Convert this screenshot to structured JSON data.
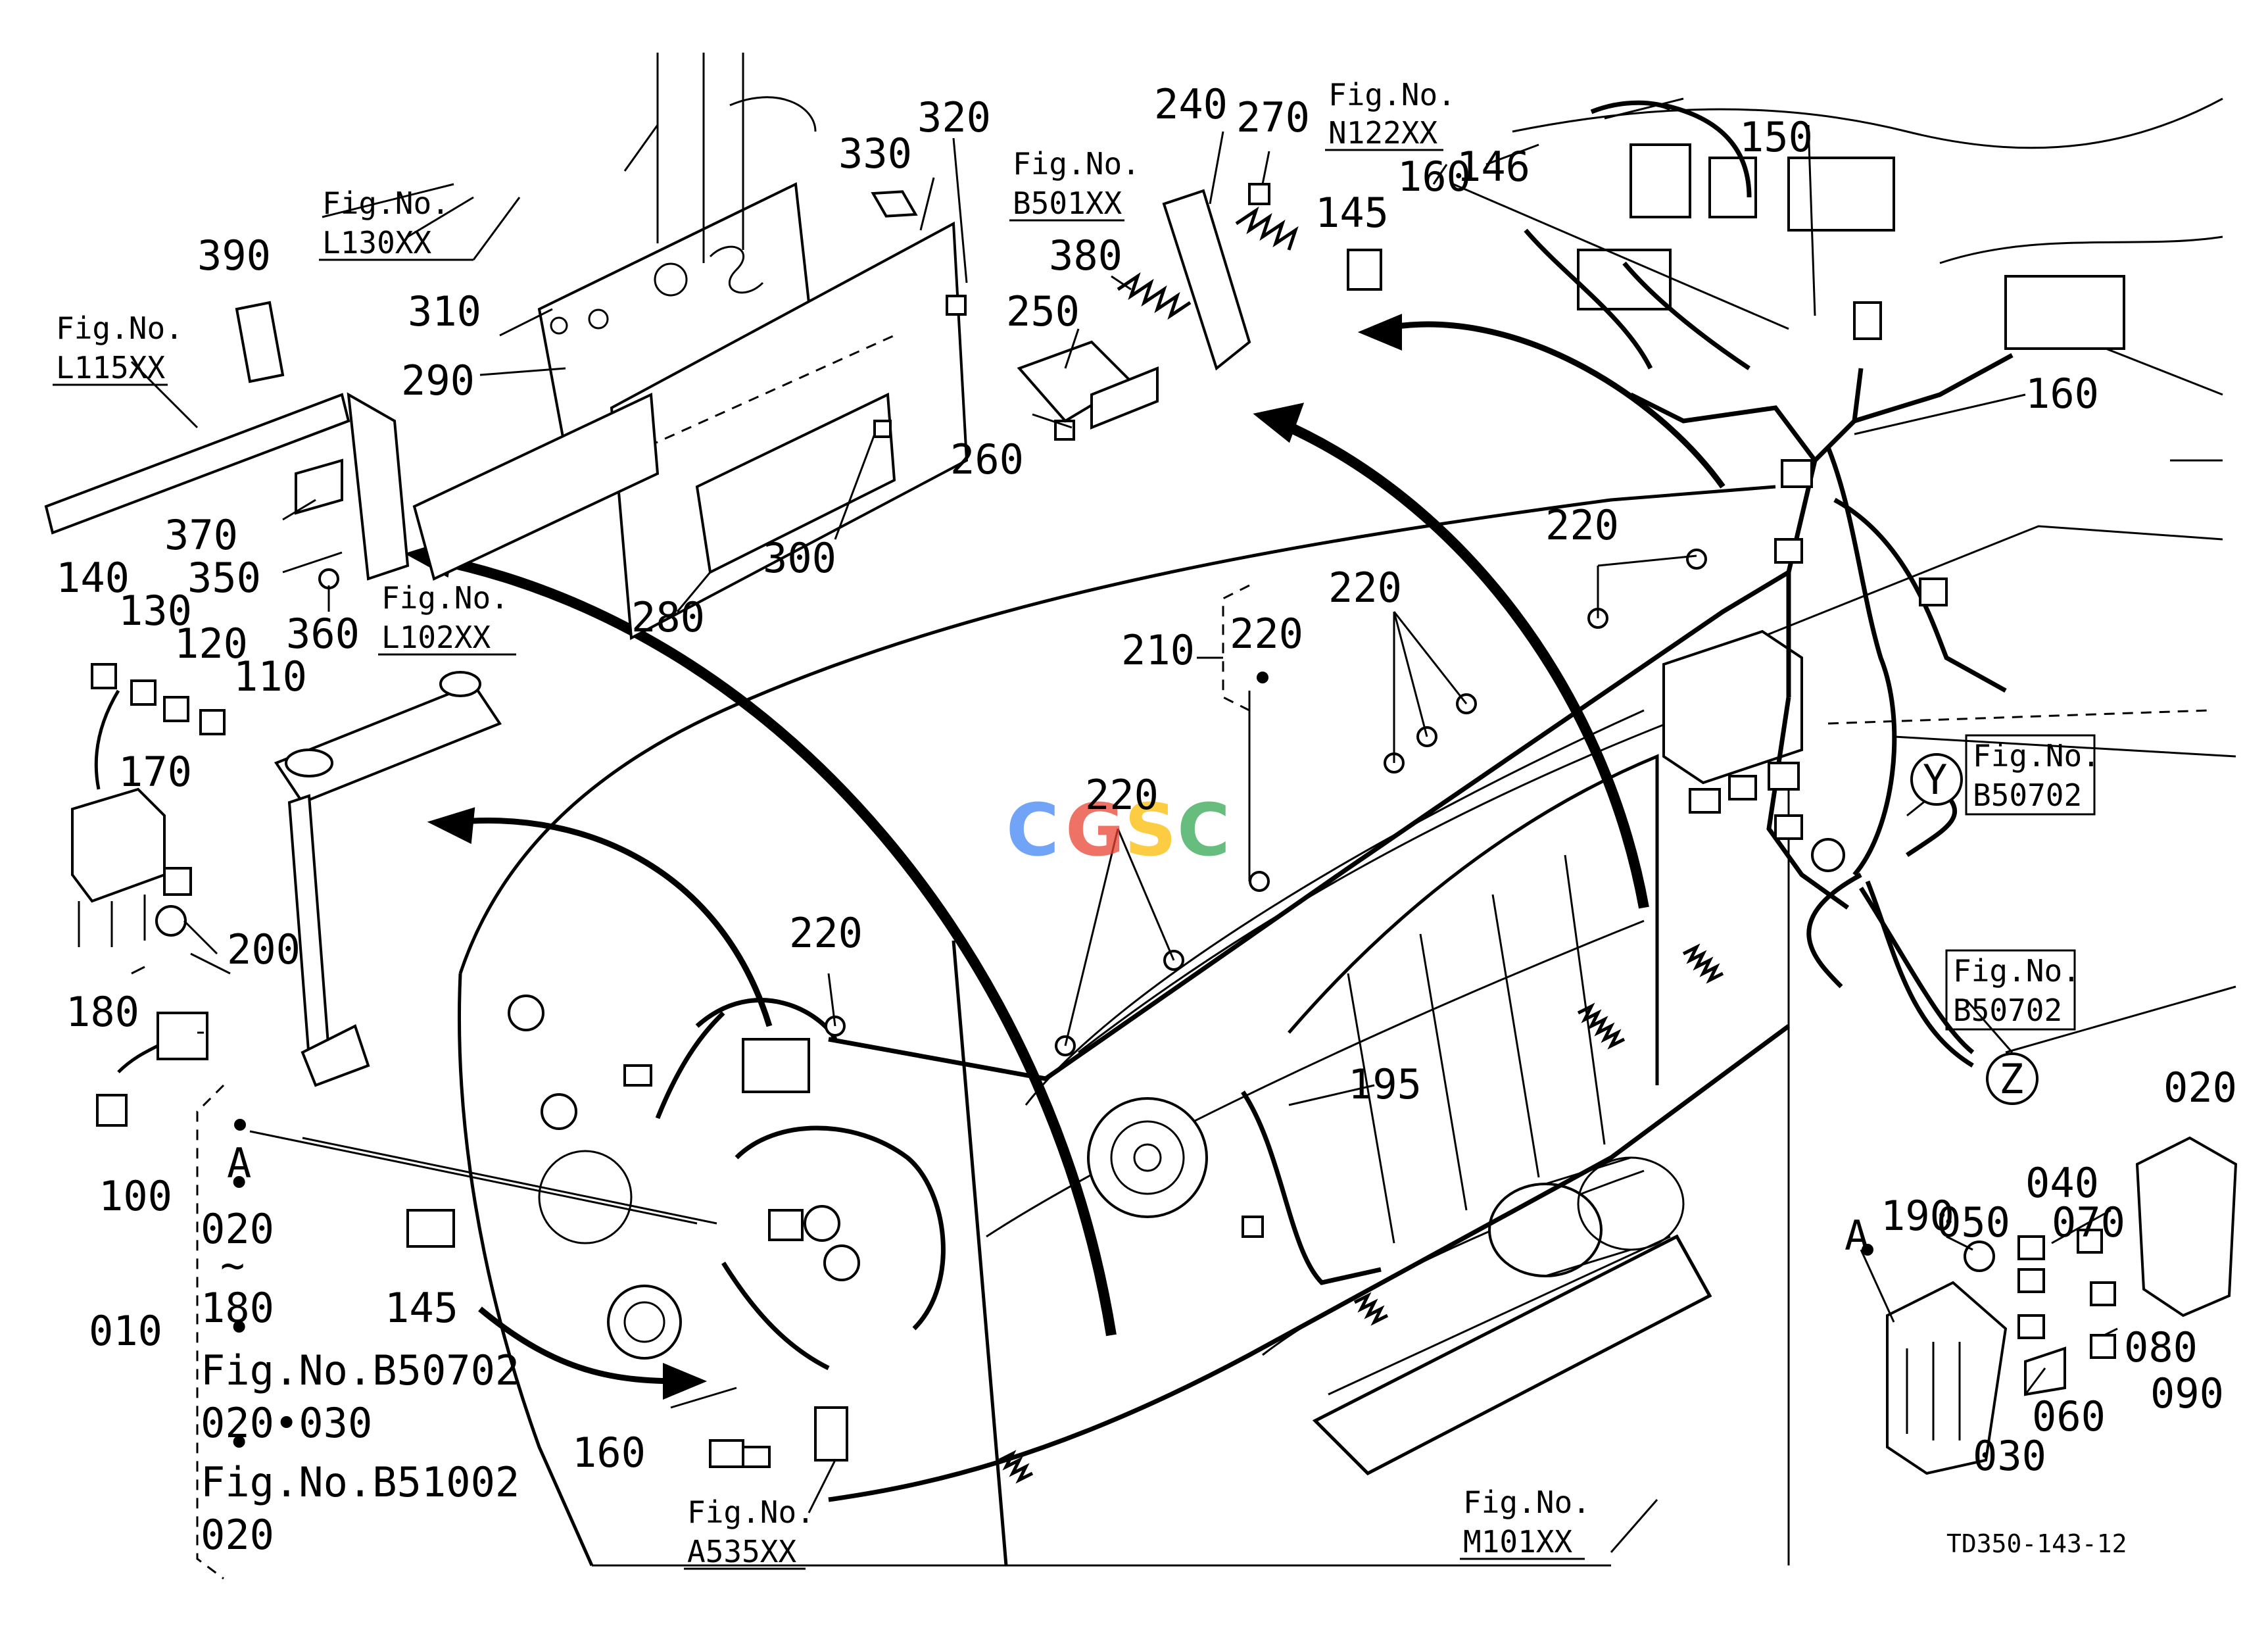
{
  "drawing_number": "TD350-143-12",
  "watermark": {
    "text": "CGSC",
    "colors": [
      "#4285F4",
      "#EA4335",
      "#FBBC05",
      "#34A853"
    ]
  },
  "part_labels": [
    {
      "id": "p390",
      "text": "390"
    },
    {
      "id": "p310",
      "text": "310"
    },
    {
      "id": "p290",
      "text": "290"
    },
    {
      "id": "p330",
      "text": "330"
    },
    {
      "id": "p320",
      "text": "320"
    },
    {
      "id": "p240",
      "text": "240"
    },
    {
      "id": "p270",
      "text": "270"
    },
    {
      "id": "p380",
      "text": "380"
    },
    {
      "id": "p250",
      "text": "250"
    },
    {
      "id": "p260",
      "text": "260"
    },
    {
      "id": "p300",
      "text": "300"
    },
    {
      "id": "p280",
      "text": "280"
    },
    {
      "id": "p145a",
      "text": "145"
    },
    {
      "id": "p146",
      "text": "146"
    },
    {
      "id": "p150",
      "text": "150"
    },
    {
      "id": "p160a",
      "text": "160"
    },
    {
      "id": "p160b",
      "text": "160"
    },
    {
      "id": "p370",
      "text": "370"
    },
    {
      "id": "p350",
      "text": "350"
    },
    {
      "id": "p360",
      "text": "360"
    },
    {
      "id": "p140",
      "text": "140"
    },
    {
      "id": "p130",
      "text": "130"
    },
    {
      "id": "p120",
      "text": "120"
    },
    {
      "id": "p110",
      "text": "110"
    },
    {
      "id": "p170",
      "text": "170"
    },
    {
      "id": "p200",
      "text": "200"
    },
    {
      "id": "p180",
      "text": "180"
    },
    {
      "id": "p100",
      "text": "100"
    },
    {
      "id": "p145b",
      "text": "145"
    },
    {
      "id": "p160c",
      "text": "160"
    },
    {
      "id": "p220a",
      "text": "220"
    },
    {
      "id": "p220b",
      "text": "220"
    },
    {
      "id": "p220c",
      "text": "220"
    },
    {
      "id": "p220d",
      "text": "220"
    },
    {
      "id": "p220e",
      "text": "220"
    },
    {
      "id": "p210",
      "text": "210"
    },
    {
      "id": "p195",
      "text": "195"
    },
    {
      "id": "p190",
      "text": "190"
    },
    {
      "id": "p050",
      "text": "050"
    },
    {
      "id": "p040",
      "text": "040"
    },
    {
      "id": "p070",
      "text": "070"
    },
    {
      "id": "p080",
      "text": "080"
    },
    {
      "id": "p090",
      "text": "090"
    },
    {
      "id": "p060",
      "text": "060"
    },
    {
      "id": "p030",
      "text": "030"
    },
    {
      "id": "p020",
      "text": "020"
    },
    {
      "id": "p010",
      "text": "010"
    }
  ],
  "fig_refs": [
    {
      "id": "L130",
      "line1": "Fig.No.",
      "line2": "L130XX"
    },
    {
      "id": "L115",
      "line1": "Fig.No.",
      "line2": "L115XX"
    },
    {
      "id": "L102",
      "line1": "Fig.No.",
      "line2": "L102XX"
    },
    {
      "id": "B501",
      "line1": "Fig.No.",
      "line2": "B501XX"
    },
    {
      "id": "N122",
      "line1": "Fig.No.",
      "line2": "N122XX"
    },
    {
      "id": "B50702a",
      "line1": "Fig.No.",
      "line2": "B50702"
    },
    {
      "id": "B50702b",
      "line1": "Fig.No.",
      "line2": "B50702"
    },
    {
      "id": "A535",
      "line1": "Fig.No.",
      "line2": "A535XX"
    },
    {
      "id": "M101",
      "line1": "Fig.No.",
      "line2": "M101XX"
    }
  ],
  "view_markers": [
    {
      "id": "Y",
      "text": "Y"
    },
    {
      "id": "Z",
      "text": "Z"
    },
    {
      "id": "A_right",
      "text": "A"
    }
  ],
  "set_note": {
    "lines": [
      "A",
      "•",
      "020",
      "~",
      "180",
      "•",
      "Fig.No.B50702",
      "020•030",
      "•",
      "Fig.No.B51002",
      "020"
    ]
  }
}
